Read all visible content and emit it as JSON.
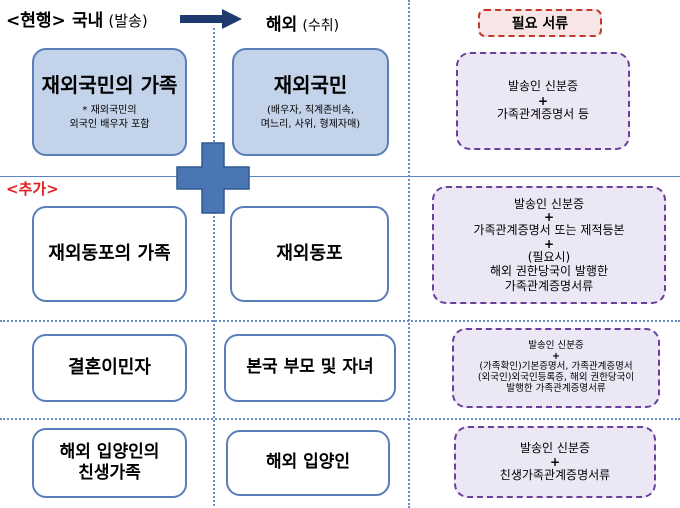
{
  "header": {
    "current_label": "<현행>",
    "domestic_label": "국내",
    "domestic_sub": "(발송)",
    "overseas_label": "해외",
    "overseas_sub": "(수취)",
    "required_docs_label": "필요 서류"
  },
  "added_label": "<추가>",
  "plus_glyph": "+",
  "rows": [
    {
      "domestic": "재외국민의 가족",
      "domestic_note_1": "* 재외국민의",
      "domestic_note_2": "외국인 배우자 포함",
      "overseas": "재외국민",
      "overseas_note_1": "(배우자, 직계존비속,",
      "overseas_note_2": "며느리, 사위, 형제자매)",
      "docs": [
        "발송인 신분증",
        "가족관계증명서 등"
      ]
    },
    {
      "domestic": "재외동포의 가족",
      "overseas": "재외동포",
      "docs": [
        "발송인 신분증",
        "가족관계증명서 또는 제적등본",
        "(필요시)",
        "해외 권한당국이 발행한",
        "가족관계증명서류"
      ]
    },
    {
      "domestic": "결혼이민자",
      "overseas": "본국 부모 및 자녀",
      "docs": [
        "발송인 신분증",
        "(가족확인)기본증명서, 가족관계증명서",
        "(외국인)외국인등록증, 해외 권한당국이",
        "발행한 가족관계증명서류"
      ]
    },
    {
      "domestic_1": "해외 입양인의",
      "domestic_2": "친생가족",
      "overseas": "해외 입양인",
      "docs": [
        "발송인 신분증",
        "친생가족관계증명서류"
      ]
    }
  ],
  "colors": {
    "grid_line": "#6a8fc4",
    "box_border": "#5a7fb8",
    "box_fill": "#c3d3ea",
    "cross": "#4a76b4",
    "arrow": "#1f3a6e",
    "docs_border": "#6b3f9a",
    "docs_fill": "#ece7f5",
    "header_tag_border": "#c0392b",
    "header_tag_fill": "#f8e6e6",
    "added_label": "#e02020"
  }
}
